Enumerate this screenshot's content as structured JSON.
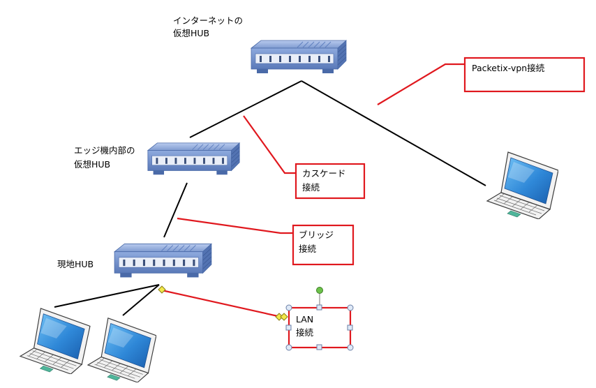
{
  "labels": {
    "internet_hub_line1": "インターネットの",
    "internet_hub_line2": "仮想HUB",
    "edge_hub_line1": "エッジ機内部の",
    "edge_hub_line2": "仮想HUB",
    "local_hub": "現地HUB"
  },
  "callouts": {
    "packetix": "Packetix-vpn接続",
    "cascade_line1": "カスケード",
    "cascade_line2": "接続",
    "bridge_line1": "ブリッジ",
    "bridge_line2": "接続",
    "lan_line1": "LAN",
    "lan_line2": "接続"
  },
  "colors": {
    "link_line": "#000000",
    "callout_red": "#e0181e",
    "hub_blue": "#7f9bd0",
    "hub_dark": "#4a6aa8",
    "laptop_screen": "#2f88d8",
    "laptop_body": "#f2f2f2",
    "handle_green": "#6cc24a",
    "handle_yellow": "#f2e84a"
  },
  "icons": {
    "hub": "network-hub-icon",
    "laptop": "laptop-icon"
  }
}
